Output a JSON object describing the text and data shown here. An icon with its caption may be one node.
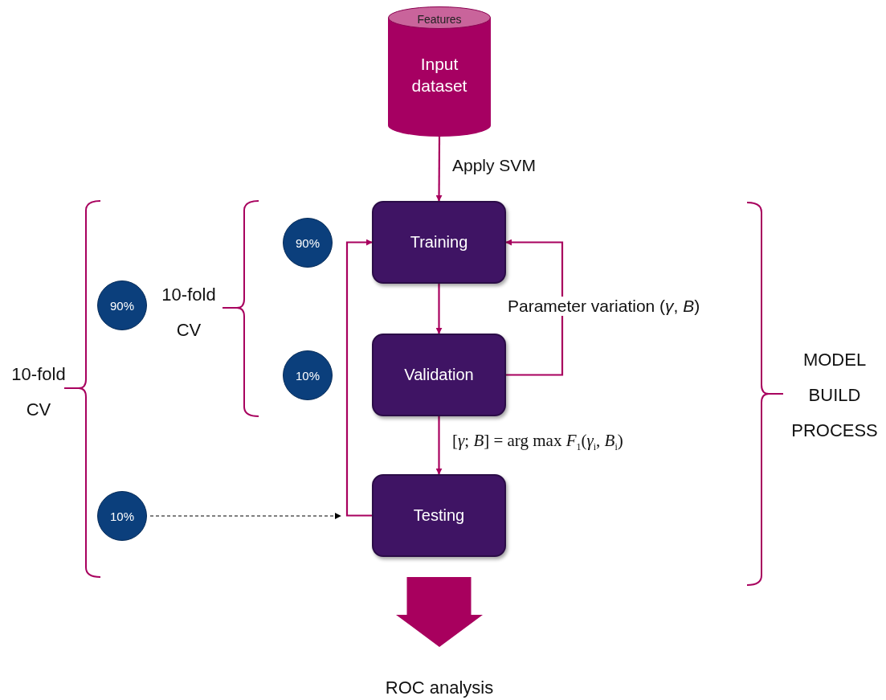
{
  "diagram": {
    "nodes": [
      {
        "text": [
          "Features",
          "Input dataset"
        ]
      },
      {
        "text": [
          "Training"
        ]
      },
      {
        "text": [
          "Validation"
        ]
      },
      {
        "text": [
          "Testing"
        ]
      },
      {
        "text": [
          "90%"
        ]
      },
      {
        "text": [
          "90%"
        ]
      },
      {
        "text": [
          "10%"
        ]
      },
      {
        "text": [
          "10%"
        ]
      },
      {
        "text": [
          "ROC analysis"
        ]
      }
    ],
    "edges": [
      {
        "from": 0,
        "to": 1,
        "arrow": "to",
        "label": "Apply SVM"
      },
      {
        "from": 1,
        "to": 2,
        "arrow": "to"
      },
      {
        "from": 2,
        "to": 1,
        "arrow": "to",
        "label": "Parameter variation (*γ*, *B*)"
      },
      {
        "from": 2,
        "to": 3,
        "arrow": "to",
        "label": "[*γ*; *B*] = arg max *F*$_{1}$(*γ*$_{i}$, *B*$_{i}$)"
      },
      {
        "from": 3,
        "to": 1,
        "arrow": "to"
      },
      {
        "from": 7,
        "to": null,
        "arrow": "to",
        "style": "dashed",
        "color": "#000000"
      },
      {
        "from": 3,
        "to": 8,
        "arrow": "to",
        "style": "thick"
      }
    ],
    "labels": [
      "10-fold CV",
      "10-fold CV",
      "MODEL BUILD PROCESS"
    ]
  }
}
